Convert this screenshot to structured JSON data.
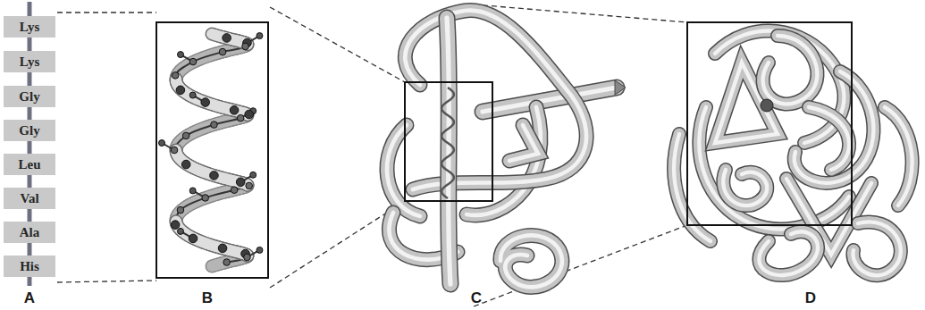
{
  "diagram": {
    "nodes": [
      {
        "text": [
          "Lys"
        ]
      },
      {
        "text": [
          "Lys"
        ]
      },
      {
        "text": [
          "Gly"
        ]
      },
      {
        "text": [
          "Gly"
        ]
      },
      {
        "text": [
          "Leu"
        ]
      },
      {
        "text": [
          "Val"
        ]
      },
      {
        "text": [
          "Ala"
        ]
      },
      {
        "text": [
          "His"
        ]
      }
    ],
    "edges": [
      {
        "from": 0,
        "to": 1,
        "arrow": "none"
      },
      {
        "from": 1,
        "to": 2,
        "arrow": "none"
      },
      {
        "from": 2,
        "to": 3,
        "arrow": "none"
      },
      {
        "from": 3,
        "to": 4,
        "arrow": "none"
      },
      {
        "from": 4,
        "to": 5,
        "arrow": "none"
      },
      {
        "from": 5,
        "to": 6,
        "arrow": "none"
      },
      {
        "from": 6,
        "to": 7,
        "arrow": "none"
      }
    ],
    "labels": [
      "A",
      "B",
      "C",
      "D"
    ]
  }
}
